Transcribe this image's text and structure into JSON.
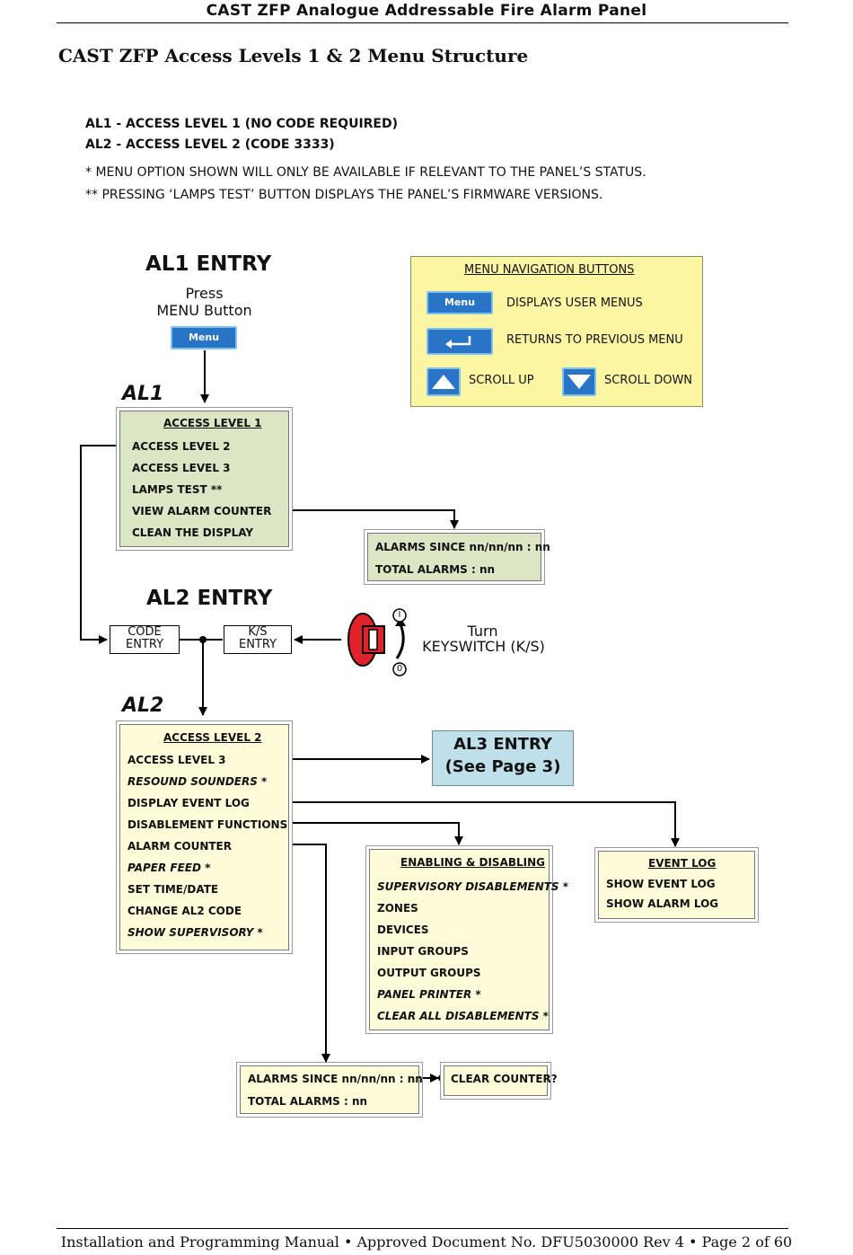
{
  "header": {
    "title": "CAST ZFP Analogue Addressable Fire Alarm Panel"
  },
  "section_title": "CAST ZFP Access Levels 1 & 2 Menu Structure",
  "legend": {
    "al1": "AL1 - ACCESS LEVEL 1 (NO CODE REQUIRED)",
    "al2": "AL2 - ACCESS LEVEL 2 (CODE 3333)",
    "note1": "* MENU OPTION SHOWN WILL ONLY BE AVAILABLE IF RELEVANT TO THE PANEL’S STATUS.",
    "note2": "** PRESSING ‘LAMPS TEST’ BUTTON DISPLAYS THE PANEL’S FIRMWARE VERSIONS."
  },
  "al1_entry": {
    "title": "AL1 ENTRY",
    "press": "Press",
    "menu_button": "MENU Button",
    "button_label": "Menu",
    "level_tag": "AL1"
  },
  "nav": {
    "title": "MENU NAVIGATION BUTTONS",
    "menu_btn": "Menu",
    "displays": "DISPLAYS USER MENUS",
    "returns": "RETURNS TO PREVIOUS MENU",
    "scroll_up": "SCROLL UP",
    "scroll_down": "SCROLL DOWN"
  },
  "al1_menu": {
    "title": "ACCESS LEVEL 1",
    "items": [
      "ACCESS LEVEL 2",
      "ACCESS LEVEL 3",
      "LAMPS TEST **",
      "VIEW ALARM COUNTER",
      "CLEAN THE DISPLAY"
    ]
  },
  "al1_counter": {
    "line1": "ALARMS SINCE nn/nn/nn :  nn",
    "line2": "TOTAL ALARMS :  nn"
  },
  "al2_entry": {
    "title": "AL2 ENTRY",
    "code_entry": [
      "CODE",
      "ENTRY"
    ],
    "ks_entry": [
      "K/S",
      "ENTRY"
    ],
    "turn": "Turn",
    "keyswitch": "KEYSWITCH (K/S)",
    "pos_on": "I",
    "pos_off": "0",
    "level_tag": "AL2"
  },
  "al2_menu": {
    "title": "ACCESS LEVEL 2",
    "items": [
      "ACCESS LEVEL 3",
      "RESOUND SOUNDERS *",
      "DISPLAY EVENT LOG",
      "DISABLEMENT FUNCTIONS",
      "ALARM COUNTER",
      "PAPER FEED *",
      "SET TIME/DATE",
      "CHANGE AL2 CODE",
      "SHOW SUPERVISORY *"
    ]
  },
  "al3_entry": {
    "line1": "AL3 ENTRY",
    "line2": "(See Page 3)"
  },
  "enabling": {
    "title": "ENABLING & DISABLING",
    "items": [
      "SUPERVISORY DISABLEMENTS *",
      "ZONES",
      "DEVICES",
      "INPUT GROUPS",
      "OUTPUT GROUPS",
      "PANEL PRINTER *",
      "CLEAR ALL DISABLEMENTS *"
    ]
  },
  "event_log": {
    "title": "EVENT LOG",
    "items": [
      "SHOW EVENT LOG",
      "SHOW ALARM LOG"
    ]
  },
  "al2_counter": {
    "line1": "ALARMS SINCE nn/nn/nn :  nn",
    "line2": "TOTAL ALARMS :  nn"
  },
  "clear_counter": "CLEAR COUNTER?",
  "footer": "Installation and Programming Manual • Approved Document No. DFU5030000 Rev 4 • Page 2 of 60",
  "colors": {
    "green_menu": "#dbe6c4",
    "yellow_menu": "#fdfbd8",
    "nav_box": "#fcf6a2",
    "al3_box": "#bfe0ea",
    "button_blue": "#2a74c8",
    "key_red": "#e0222a"
  }
}
